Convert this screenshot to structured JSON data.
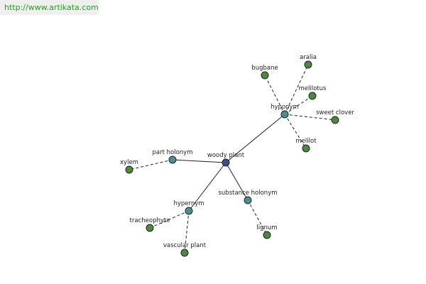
{
  "header": {
    "site_url": "http://www.artikata.com"
  },
  "colors": {
    "center": "#3d4b8f",
    "relation": "#4a8f96",
    "leaf": "#4a8a3e",
    "header_bg": "#efefef",
    "link": "#26a020"
  },
  "graph": {
    "center": {
      "label": "woody plant"
    },
    "relations": [
      {
        "id": "hyponym",
        "label": "hyponym",
        "terms": [
          "bugbane",
          "aralia",
          "melilotus",
          "sweet clover",
          "melilot"
        ]
      },
      {
        "id": "part-holonym",
        "label": "part holonym",
        "terms": [
          "xylem"
        ]
      },
      {
        "id": "hypernym",
        "label": "hypernym",
        "terms": [
          "tracheophyte",
          "vascular plant"
        ]
      },
      {
        "id": "substance-holonym",
        "label": "substance holonym",
        "terms": [
          "lignum"
        ]
      }
    ]
  }
}
